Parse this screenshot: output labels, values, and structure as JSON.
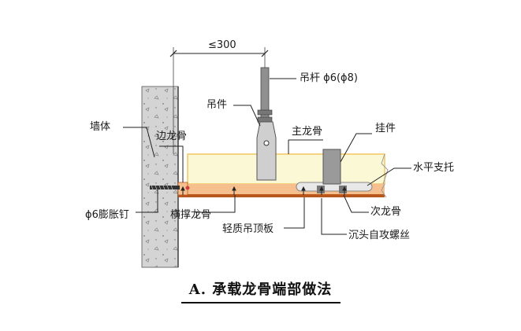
{
  "labels": {
    "dim": "≤300",
    "rod": "吊杆 ϕ6(ϕ8)",
    "hanger": "吊件",
    "main_keel": "主龙骨",
    "hook": "挂件",
    "wall": "墙体",
    "edge_keel": "边龙骨",
    "support": "水平支托",
    "bolt": "ϕ6膨胀钉",
    "cross_keel": "横撑龙骨",
    "sub_keel": "次龙骨",
    "board": "轻质吊顶板",
    "screw": "沉头自攻螺丝"
  },
  "caption": "A. 承载龙骨端部做法",
  "colors": {
    "wall_fill": "#d4d4d4",
    "keel_fill": "#fbf8d6",
    "keel_edge": "#f2c560",
    "board_fill": "#f6c08e",
    "board_bottom": "#b8561c",
    "metal": "#8f8f8f",
    "line": "#1a1a1a"
  }
}
